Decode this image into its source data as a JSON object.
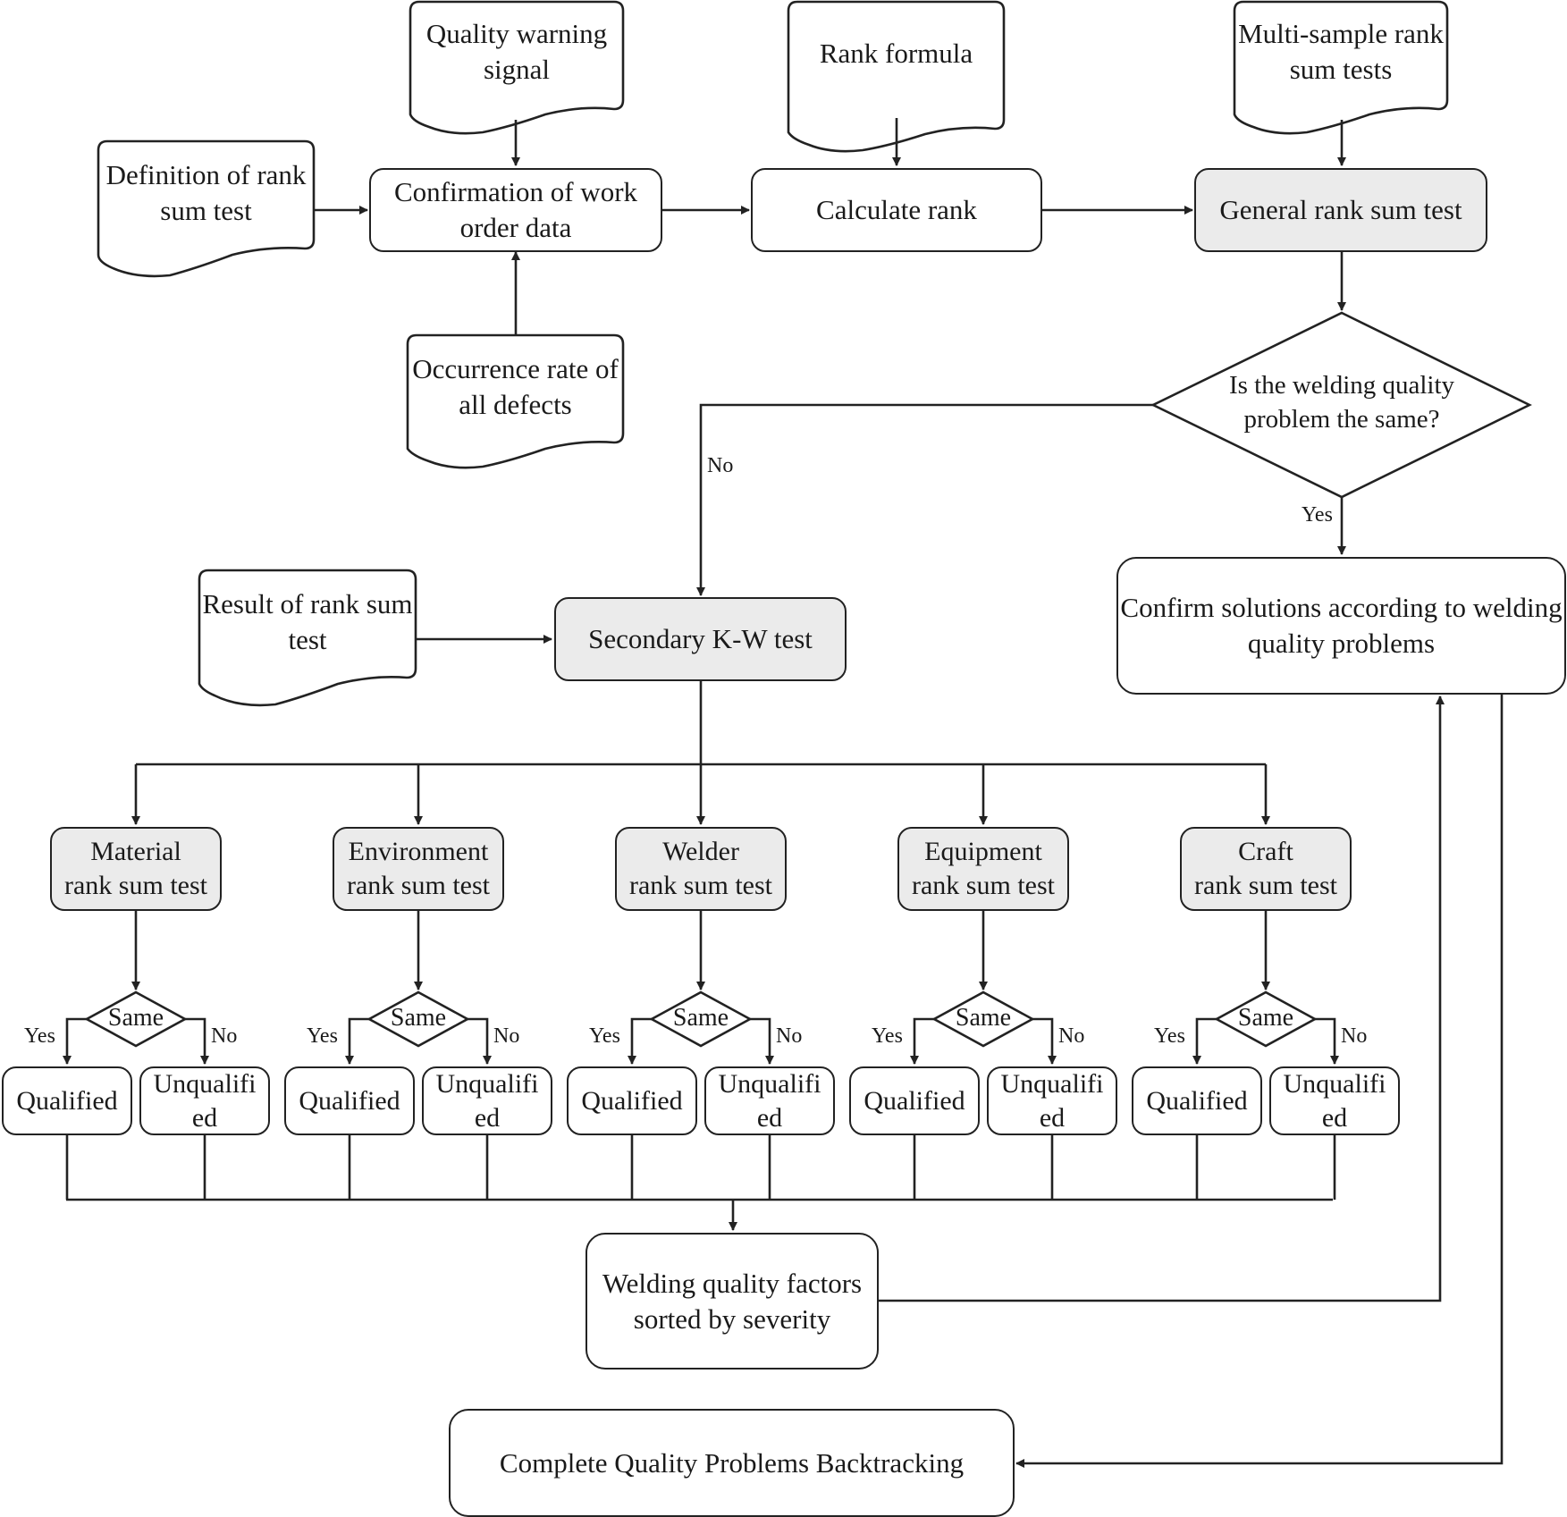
{
  "inputs": {
    "quality_warning": "Quality warning signal",
    "definition": "Definition of rank sum test",
    "occurrence": "Occurrence rate of all defects",
    "rank_formula": "Rank formula",
    "multi_sample": "Multi-sample rank sum tests",
    "result_rank": "Result of rank sum test"
  },
  "process": {
    "confirmation": "Confirmation of work order data",
    "calculate": "Calculate rank",
    "general_test": "General rank sum test",
    "decision": "Is the welding quality problem the same?",
    "confirm_solutions": "Confirm solutions according to welding quality problems",
    "secondary": "Secondary K-W test",
    "sorted": "Welding quality factors sorted by severity",
    "backtracking": "Complete Quality Problems Backtracking"
  },
  "edge_labels": {
    "no": "No",
    "yes": "Yes"
  },
  "factors": [
    {
      "line1": "Material",
      "line2": "rank sum test"
    },
    {
      "line1": "Environment",
      "line2": "rank sum test"
    },
    {
      "line1": "Welder",
      "line2": "rank sum test"
    },
    {
      "line1": "Equipment",
      "line2": "rank sum test"
    },
    {
      "line1": "Craft",
      "line2": "rank sum test"
    }
  ],
  "factor_branch": {
    "same": "Same",
    "yes": "Yes",
    "no": "No",
    "qualified": "Qualified",
    "unqualified_1": "Unqualifi",
    "unqualified_2": "ed"
  },
  "colors": {
    "stroke": "#222222",
    "shade": "#ebebeb"
  }
}
